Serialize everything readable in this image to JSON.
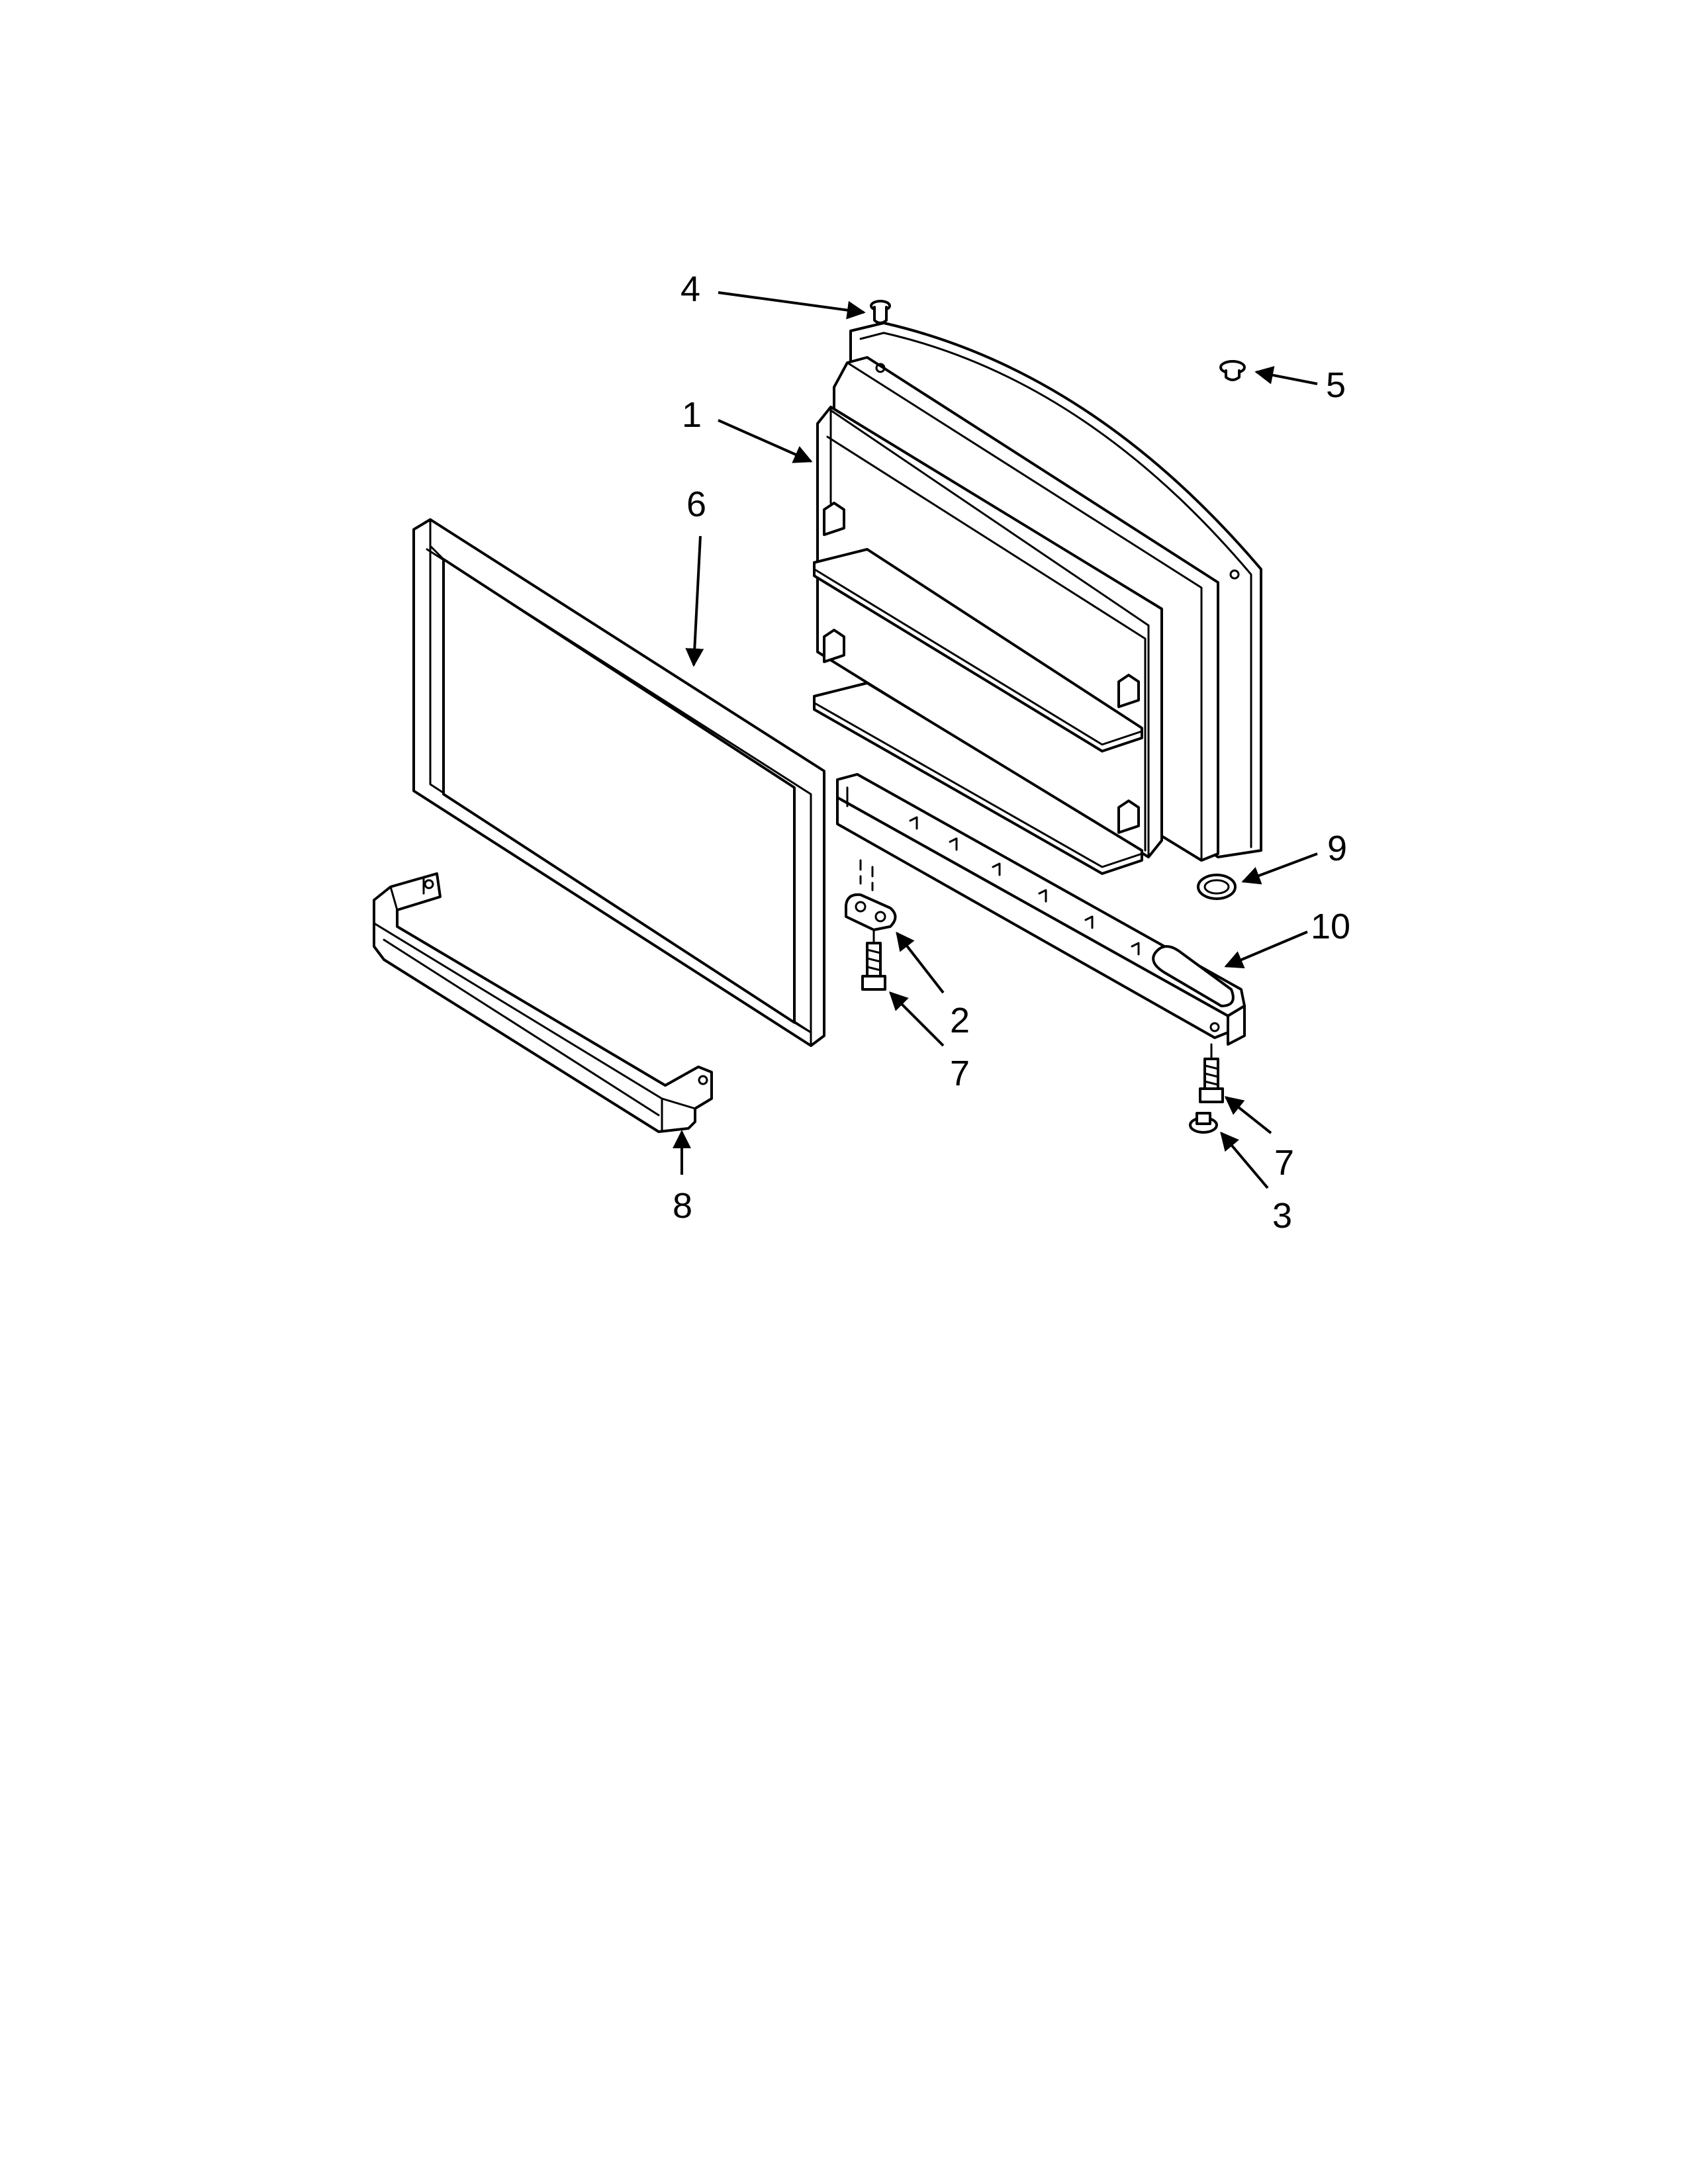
{
  "callouts": [
    {
      "id": "c4",
      "label": "4"
    },
    {
      "id": "c1",
      "label": "1"
    },
    {
      "id": "c6",
      "label": "6"
    },
    {
      "id": "c5",
      "label": "5"
    },
    {
      "id": "c9",
      "label": "9"
    },
    {
      "id": "c10",
      "label": "10"
    },
    {
      "id": "c2",
      "label": "2"
    },
    {
      "id": "c7a",
      "label": "7"
    },
    {
      "id": "c7b",
      "label": "7"
    },
    {
      "id": "c3",
      "label": "3"
    },
    {
      "id": "c8",
      "label": "8"
    }
  ],
  "colors": {
    "line": "#000000",
    "background": "#ffffff"
  }
}
